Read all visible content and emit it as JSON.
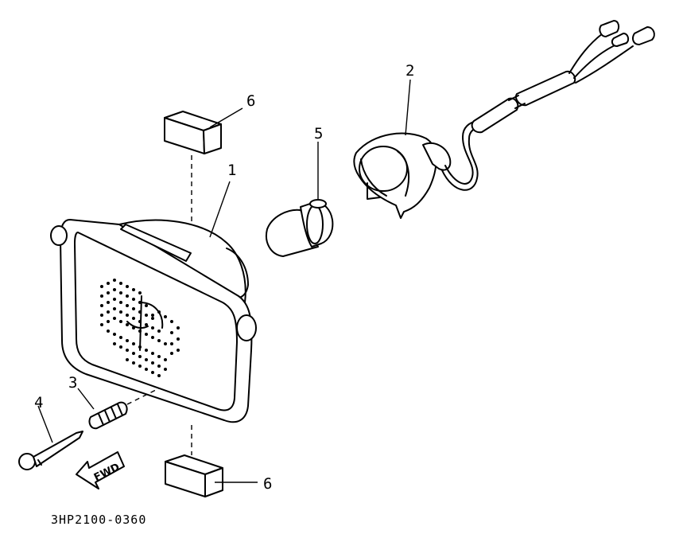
{
  "callouts": [
    {
      "id": "1",
      "label": "1"
    },
    {
      "id": "2",
      "label": "2"
    },
    {
      "id": "3",
      "label": "3"
    },
    {
      "id": "4",
      "label": "4"
    },
    {
      "id": "5",
      "label": "5"
    },
    {
      "id": "6a",
      "label": "6"
    },
    {
      "id": "6b",
      "label": "6"
    }
  ],
  "direction_arrow": {
    "label": "FWD"
  },
  "part_number": "3HP2100-0360"
}
